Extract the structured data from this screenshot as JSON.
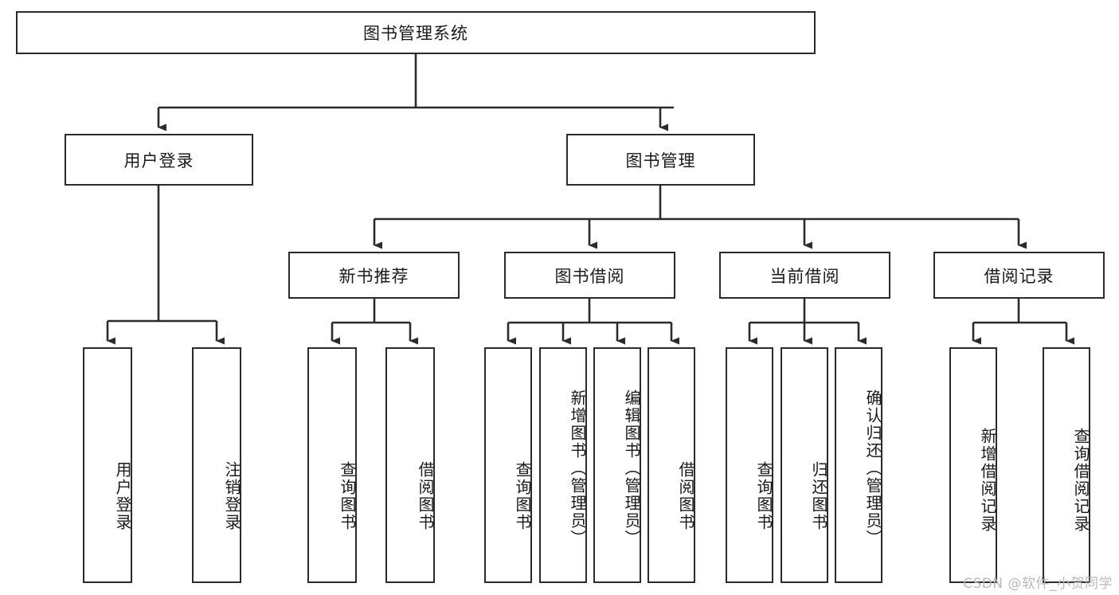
{
  "diagram": {
    "type": "hierarchy-tree",
    "title": "图书管理系统",
    "watermark": "CSDN @软件_小贺同学",
    "colors": {
      "stroke": "#2b2b2b",
      "fill": "#ffffff",
      "text": "#1a1a1a",
      "watermark": "#b9b9b9"
    },
    "nodes": {
      "root": {
        "label": "图书管理系统"
      },
      "level2": [
        {
          "id": "user-login",
          "label": "用户登录"
        },
        {
          "id": "book-manage",
          "label": "图书管理"
        }
      ],
      "level3": [
        {
          "id": "new-book-rec",
          "label": "新书推荐"
        },
        {
          "id": "book-borrow",
          "label": "图书借阅"
        },
        {
          "id": "current-borrow",
          "label": "当前借阅"
        },
        {
          "id": "borrow-record",
          "label": "借阅记录"
        }
      ],
      "leaves": [
        {
          "id": "leaf-user-login",
          "label": "用户登录",
          "parent": "user-login"
        },
        {
          "id": "leaf-user-logout",
          "label": "注销登录",
          "parent": "user-login"
        },
        {
          "id": "leaf-query-book-1",
          "label": "查询图书",
          "parent": "new-book-rec"
        },
        {
          "id": "leaf-borrow-book-1",
          "label": "借阅图书",
          "parent": "new-book-rec"
        },
        {
          "id": "leaf-query-book-2",
          "label": "查询图书",
          "parent": "book-borrow"
        },
        {
          "id": "leaf-add-book",
          "label": "新增图书（管理员）",
          "parent": "book-borrow"
        },
        {
          "id": "leaf-edit-book",
          "label": "编辑图书（管理员）",
          "parent": "book-borrow"
        },
        {
          "id": "leaf-borrow-book-2",
          "label": "借阅图书",
          "parent": "book-borrow"
        },
        {
          "id": "leaf-query-book-3",
          "label": "查询图书",
          "parent": "current-borrow"
        },
        {
          "id": "leaf-return-book",
          "label": "归还图书",
          "parent": "current-borrow"
        },
        {
          "id": "leaf-confirm-return",
          "label": "确认归还（管理员）",
          "parent": "current-borrow"
        },
        {
          "id": "leaf-add-record",
          "label": "新增借阅记录",
          "parent": "borrow-record"
        },
        {
          "id": "leaf-query-record",
          "label": "查询借阅记录",
          "parent": "borrow-record"
        }
      ]
    }
  }
}
